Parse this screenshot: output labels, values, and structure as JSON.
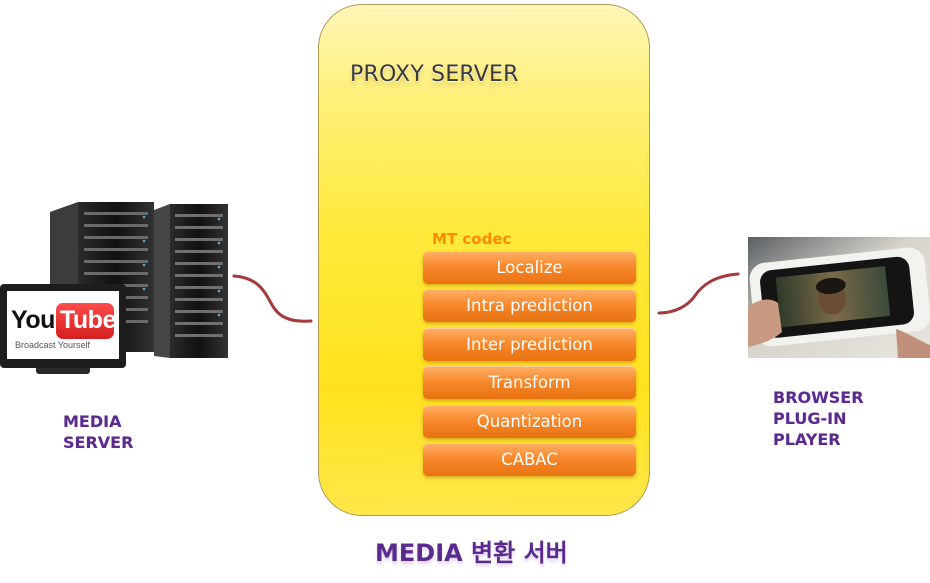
{
  "proxy": {
    "title": "PROXY SERVER",
    "codec": {
      "label": "MT codec",
      "steps": [
        "Localize",
        "Intra prediction",
        "Inter prediction",
        "Transform",
        "Quantization",
        "CABAC"
      ]
    }
  },
  "left": {
    "label_line1": "MEDIA",
    "label_line2": "SERVER",
    "logo": {
      "you": "You",
      "tube": "Tube",
      "tagline": "Broadcast Yourself"
    }
  },
  "right": {
    "label_line1": "BROWSER",
    "label_line2": "PLUG-IN",
    "label_line3": "PLAYER"
  },
  "caption": "MEDIA 변환 서버",
  "colors": {
    "box_fill": "#ffe93a",
    "step_fill": "#f8892e",
    "codec_label": "#ff8a00",
    "label_purple": "#5b2a8e",
    "connector": "#a63a3a"
  },
  "icons": [
    "server-rack-icon",
    "youtube-logo",
    "smartphone-video-photo"
  ]
}
